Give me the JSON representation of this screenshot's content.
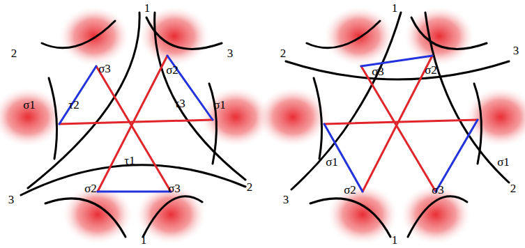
{
  "diagram": {
    "labels": [
      "1",
      "2",
      "3",
      "σ3",
      "σ2",
      "σ1",
      "τ2",
      "τ3",
      "σ1",
      "τ1",
      "3",
      "2",
      "σ2",
      "σ3",
      "1",
      "1",
      "2",
      "3",
      "σ3",
      "σ2",
      "σ1",
      "σ1",
      "3",
      "2",
      "σ2",
      "σ3",
      "1"
    ]
  }
}
